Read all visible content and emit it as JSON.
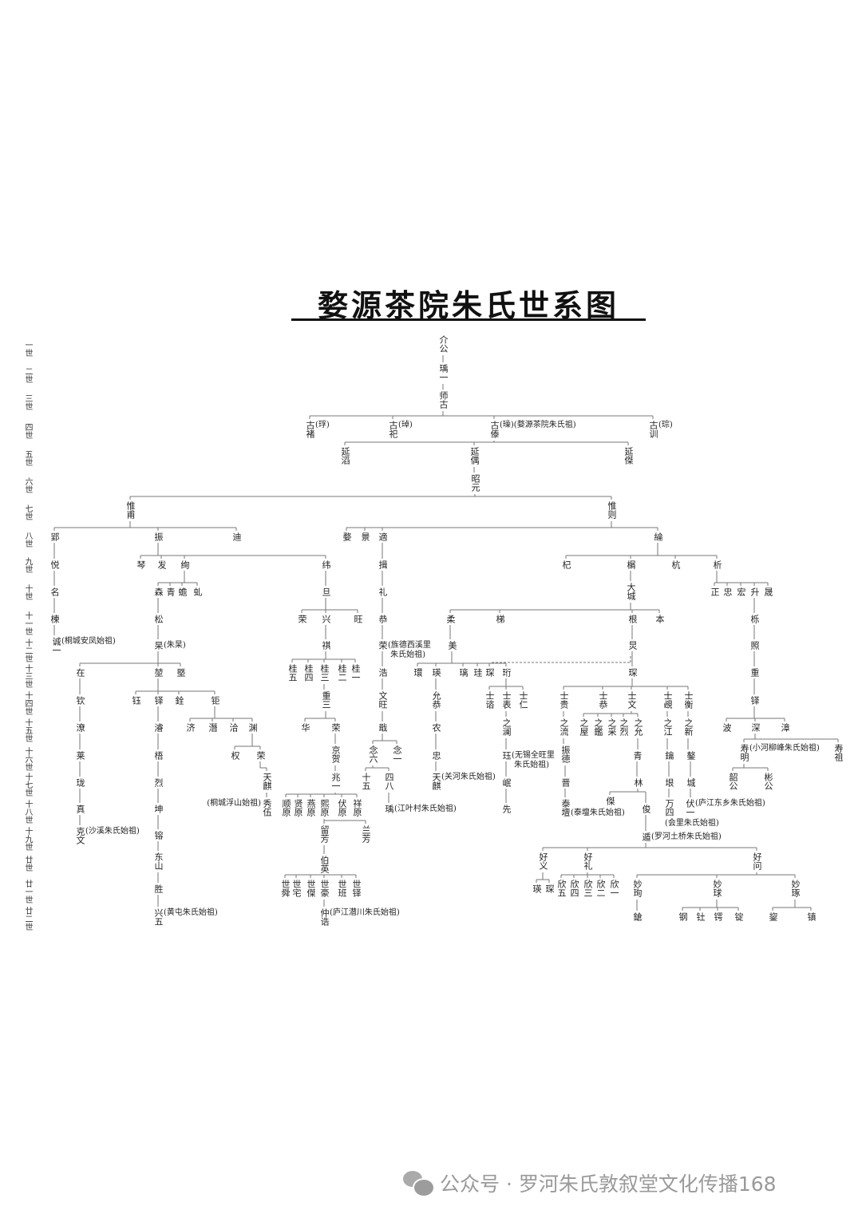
{
  "title": "婺源茶院朱氏世系图",
  "generations": [
    "一世",
    "二世",
    "三世",
    "四世",
    "五世",
    "六世",
    "七世",
    "八世",
    "九世",
    "十世",
    "十一世",
    "十二世",
    "十三世",
    "十四世",
    "十五世",
    "十六世",
    "十七世",
    "十八世",
    "十九世",
    "廿世",
    "廿一世",
    "廿二世"
  ],
  "footer": {
    "text": "公众号 · 罗河朱氏敦叙堂文化传播168",
    "icon": "wechat-icon"
  },
  "nodes": [
    {
      "n": "介公",
      "p": null
    },
    {
      "n": "瑀一",
      "p": 0
    },
    {
      "n": "师古",
      "p": 1
    },
    {
      "n": "古褚",
      "note": "(琈)",
      "p": 2
    },
    {
      "n": "古祀",
      "note": "(琸)",
      "p": 2
    },
    {
      "n": "古傣",
      "note": "(璪)(婺源茶院朱氏祖)",
      "p": 2
    },
    {
      "n": "古训",
      "note": "(琮)",
      "p": 2
    },
    {
      "n": "延滔",
      "p": 5
    },
    {
      "n": "延偶",
      "p": 5
    },
    {
      "n": "延傑",
      "p": 5
    },
    {
      "n": "昭元",
      "p": 8
    },
    {
      "n": "惟甫",
      "p": 10
    },
    {
      "n": "惟则",
      "p": 10
    },
    {
      "n": "郢",
      "p": 11
    },
    {
      "n": "振",
      "p": 11
    },
    {
      "n": "迪",
      "p": 11
    },
    {
      "n": "婺",
      "p": 12
    },
    {
      "n": "景",
      "p": 12
    },
    {
      "n": "適",
      "p": 12
    },
    {
      "n": "綸",
      "p": 12
    },
    {
      "n": "悦",
      "p": 13
    },
    {
      "n": "琴",
      "p": 14
    },
    {
      "n": "发",
      "p": 14
    },
    {
      "n": "绚",
      "p": 14
    },
    {
      "n": "纬",
      "p": 14
    },
    {
      "n": "揖",
      "p": 18
    },
    {
      "n": "杞",
      "p": 19
    },
    {
      "n": "榍",
      "p": 19
    },
    {
      "n": "杭",
      "p": 19
    },
    {
      "n": "析",
      "p": 19
    },
    {
      "n": "名",
      "p": 20
    },
    {
      "n": "森",
      "p": 23
    },
    {
      "n": "青",
      "p": 23
    },
    {
      "n": "蟾",
      "p": 23
    },
    {
      "n": "虬",
      "p": 23
    },
    {
      "n": "旦",
      "p": 24
    },
    {
      "n": "礼",
      "p": 25
    },
    {
      "n": "大城",
      "p": 27
    },
    {
      "n": "正",
      "p": 29
    },
    {
      "n": "忠",
      "p": 29
    },
    {
      "n": "宏",
      "p": 29
    },
    {
      "n": "升",
      "p": 29
    },
    {
      "n": "晟",
      "p": 29
    },
    {
      "n": "楝",
      "p": 30
    },
    {
      "n": "松",
      "p": 31
    },
    {
      "n": "荣",
      "p": 35
    },
    {
      "n": "兴",
      "p": 35
    },
    {
      "n": "旺",
      "p": 35
    },
    {
      "n": "恭",
      "p": 36
    },
    {
      "n": "柔",
      "p": 37
    },
    {
      "n": "梯",
      "p": 37
    },
    {
      "n": "根",
      "p": 37
    },
    {
      "n": "本",
      "p": 37
    },
    {
      "n": "栎",
      "p": 41
    },
    {
      "n": "诚一",
      "note": "(桐城安凤始祖)",
      "p": 43
    },
    {
      "n": "杲",
      "note": "(朱杲)",
      "p": 44
    },
    {
      "n": "祺",
      "p": 46
    },
    {
      "n": "荣",
      "note": "(旌德西溪里\n 朱氏始祖)",
      "p": 48
    },
    {
      "n": "美",
      "p": 49
    },
    {
      "n": "炅",
      "p": 51
    },
    {
      "n": "照",
      "p": 53
    },
    {
      "n": "在",
      "p": 55
    },
    {
      "n": "堃",
      "p": 55
    },
    {
      "n": "塈",
      "p": 55
    },
    {
      "n": "桂五",
      "p": 56
    },
    {
      "n": "桂四",
      "p": 56
    },
    {
      "n": "桂三",
      "p": 56
    },
    {
      "n": "桂二",
      "p": 56
    },
    {
      "n": "桂一",
      "p": 56
    },
    {
      "n": "浩",
      "p": 57
    },
    {
      "n": "環",
      "p": 58
    },
    {
      "n": "瑛",
      "p": 58
    },
    {
      "n": "璃",
      "p": 58
    },
    {
      "n": "珪",
      "p": 58
    },
    {
      "n": "琛",
      "p": 58
    },
    {
      "n": "珩",
      "p": 58
    },
    {
      "n": "琛",
      "p": 59
    },
    {
      "n": "重",
      "p": 60
    },
    {
      "n": "钦",
      "p": 61
    },
    {
      "n": "钰",
      "p": 62
    },
    {
      "n": "铎",
      "p": 62
    },
    {
      "n": "銓",
      "p": 62
    },
    {
      "n": "钜",
      "p": 62
    },
    {
      "n": "重三",
      "p": 66
    },
    {
      "n": "文旺",
      "p": 69
    },
    {
      "n": "允恭",
      "p": 71
    },
    {
      "n": "士谘",
      "p": 75
    },
    {
      "n": "士表",
      "p": 75
    },
    {
      "n": "士仁",
      "p": 75
    },
    {
      "n": "士贵",
      "p": 76
    },
    {
      "n": "士恭",
      "p": 76
    },
    {
      "n": "士文",
      "p": 76
    },
    {
      "n": "士覕",
      "p": 76
    },
    {
      "n": "士衡",
      "p": 76
    },
    {
      "n": "铎",
      "p": 77
    },
    {
      "n": "潦",
      "p": 78
    },
    {
      "n": "濬",
      "p": 80
    },
    {
      "n": "济",
      "p": 82
    },
    {
      "n": "潛",
      "p": 82
    },
    {
      "n": "洽",
      "p": 82
    },
    {
      "n": "渊",
      "p": 82
    },
    {
      "n": "华",
      "p": 83
    },
    {
      "n": "荣",
      "p": 83
    },
    {
      "n": "戢",
      "p": 84
    },
    {
      "n": "农",
      "p": 85
    },
    {
      "n": "之澜",
      "p": 87
    },
    {
      "n": "之流",
      "p": 89
    },
    {
      "n": "之屋",
      "p": 91
    },
    {
      "n": "之鑑",
      "p": 91
    },
    {
      "n": "之采",
      "p": 91
    },
    {
      "n": "之烈",
      "p": 91
    },
    {
      "n": "之允",
      "p": 91
    },
    {
      "n": "之江",
      "p": 92
    },
    {
      "n": "之新",
      "p": 93
    },
    {
      "n": "波",
      "p": 94
    },
    {
      "n": "深",
      "p": 94
    },
    {
      "n": "漳",
      "p": 94
    },
    {
      "n": "莱",
      "p": 95
    },
    {
      "n": "梧",
      "p": 96
    },
    {
      "n": "权",
      "p": 100
    },
    {
      "n": "荣",
      "p": 100
    },
    {
      "n": "京贺",
      "p": 102
    },
    {
      "n": "念六",
      "p": 103
    },
    {
      "n": "念一",
      "p": 103
    },
    {
      "n": "忠",
      "p": 104
    },
    {
      "n": "珏",
      "note": "(无锡全旺里\n 朱氏始祖)",
      "p": 105
    },
    {
      "n": "振德",
      "p": 106
    },
    {
      "n": "青",
      "p": 111
    },
    {
      "n": "鑰",
      "p": 112
    },
    {
      "n": "鏊",
      "p": 113
    },
    {
      "n": "寿明",
      "note": "(小河柳峰朱氏始祖)",
      "p": 115
    },
    {
      "n": "寿祖",
      "p": 115
    },
    {
      "n": "珑",
      "p": 117
    },
    {
      "n": "烈",
      "p": 118
    },
    {
      "n": "天麒",
      "p": 120
    },
    {
      "n": "兆一",
      "p": 121
    },
    {
      "n": "十五",
      "p": 122
    },
    {
      "n": "四八",
      "p": 122
    },
    {
      "n": "天麒",
      "note": "(关河朱氏始祖)",
      "p": 124
    },
    {
      "n": "岷",
      "p": 125
    },
    {
      "n": "晋",
      "p": 126
    },
    {
      "n": "林",
      "p": 127
    },
    {
      "n": "垠",
      "p": 128
    },
    {
      "n": "城",
      "p": 129
    },
    {
      "n": "韶公",
      "p": 130
    },
    {
      "n": "彬公",
      "p": 130
    },
    {
      "n": "真",
      "p": 132
    },
    {
      "n": "坤",
      "p": 133
    },
    {
      "n": "秀伍",
      "note": "(桐城浮山始祖)",
      "p": 134
    },
    {
      "n": "顺原",
      "p": 135
    },
    {
      "n": "贤原",
      "p": 135
    },
    {
      "n": "燕原",
      "p": 135
    },
    {
      "n": "熙原",
      "p": 135
    },
    {
      "n": "伏原",
      "p": 135
    },
    {
      "n": "祥原",
      "p": 135
    },
    {
      "n": "瑀",
      "note": "(江叶村朱氏始祖)",
      "p": 137
    },
    {
      "n": "先",
      "p": 139
    },
    {
      "n": "泰壇",
      "note": "(泰壇朱氏始祖)",
      "p": 140
    },
    {
      "n": "傑",
      "p": 141
    },
    {
      "n": "俊",
      "p": 141
    },
    {
      "n": "万四",
      "note": "(会里朱氏始祖)",
      "p": 142
    },
    {
      "n": "伏一",
      "note": "(庐江东乡朱氏始祖)",
      "p": 143
    },
    {
      "n": "克文",
      "note": "(沙溪朱氏始祖)",
      "p": 146
    },
    {
      "n": "镕",
      "p": 147
    },
    {
      "n": "留芳",
      "p": 152
    },
    {
      "n": "兰芳",
      "p": 152
    },
    {
      "n": "遁",
      "note": "(罗河土桥朱氏始祖)",
      "p": 159
    },
    {
      "n": "东山",
      "p": 163
    },
    {
      "n": "伯英",
      "p": 164
    },
    {
      "n": "好义",
      "p": 166
    },
    {
      "n": "好礼",
      "p": 166
    },
    {
      "n": "好问",
      "p": 166
    },
    {
      "n": "胜",
      "p": 167
    },
    {
      "n": "世舜",
      "p": 168
    },
    {
      "n": "世宅",
      "p": 168
    },
    {
      "n": "世傑",
      "p": 168
    },
    {
      "n": "世豪",
      "p": 168
    },
    {
      "n": "世班",
      "p": 168
    },
    {
      "n": "世铎",
      "p": 168
    },
    {
      "n": "瑛",
      "p": 169
    },
    {
      "n": "琛",
      "p": 169
    },
    {
      "n": "欣五",
      "p": 170
    },
    {
      "n": "欣四",
      "p": 170
    },
    {
      "n": "欣三",
      "p": 170
    },
    {
      "n": "欣二",
      "p": 170
    },
    {
      "n": "欣一",
      "p": 170
    },
    {
      "n": "妙珣",
      "p": 171
    },
    {
      "n": "妙球",
      "p": 171
    },
    {
      "n": "妙琢",
      "p": 171
    },
    {
      "n": "兴五",
      "note": "(黄屯朱氏始祖)",
      "p": 172
    },
    {
      "n": "仲诰",
      "note": "(庐江潜川朱氏始祖)",
      "p": 176
    },
    {
      "n": "鎗",
      "p": 186
    },
    {
      "n": "钢",
      "p": 187
    },
    {
      "n": "钍",
      "p": 187
    },
    {
      "n": "锷",
      "p": 187
    },
    {
      "n": "锭",
      "p": 187
    },
    {
      "n": "鋆",
      "p": 188
    },
    {
      "n": "镇",
      "p": 188
    }
  ]
}
